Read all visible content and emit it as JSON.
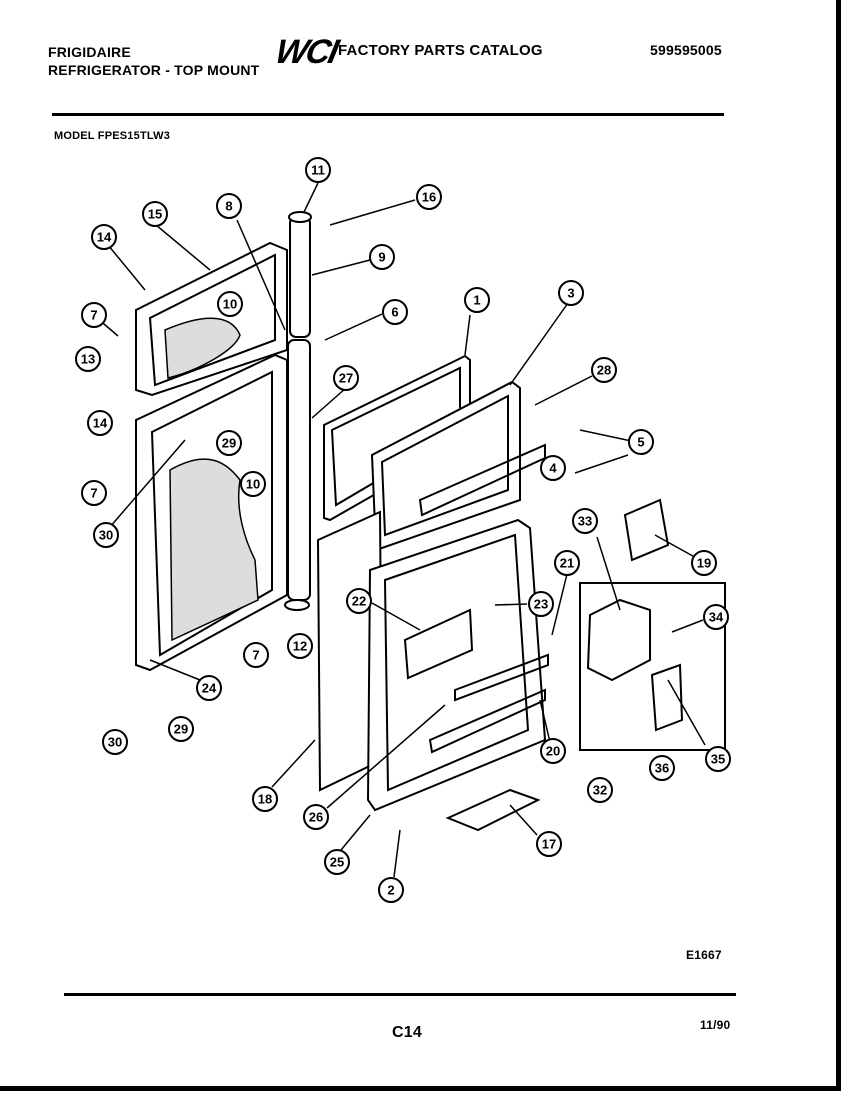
{
  "header": {
    "brand": "FRIGIDAIRE",
    "product_line": "REFRIGERATOR - TOP MOUNT",
    "logo_text": "WCI",
    "catalog_title": "FACTORY PARTS CATALOG",
    "catalog_number": "599595005",
    "model_label": "MODEL FPES15TLW3"
  },
  "diagram": {
    "callouts": [
      "1",
      "2",
      "3",
      "4",
      "5",
      "6",
      "7",
      "8",
      "9",
      "10",
      "11",
      "12",
      "13",
      "14",
      "15",
      "16",
      "17",
      "18",
      "19",
      "20",
      "21",
      "22",
      "23",
      "24",
      "25",
      "26",
      "27",
      "28",
      "29",
      "30",
      "32",
      "33",
      "34",
      "35",
      "36"
    ]
  },
  "footer": {
    "figure_code": "E1667",
    "page_code": "C14",
    "date": "11/90"
  }
}
